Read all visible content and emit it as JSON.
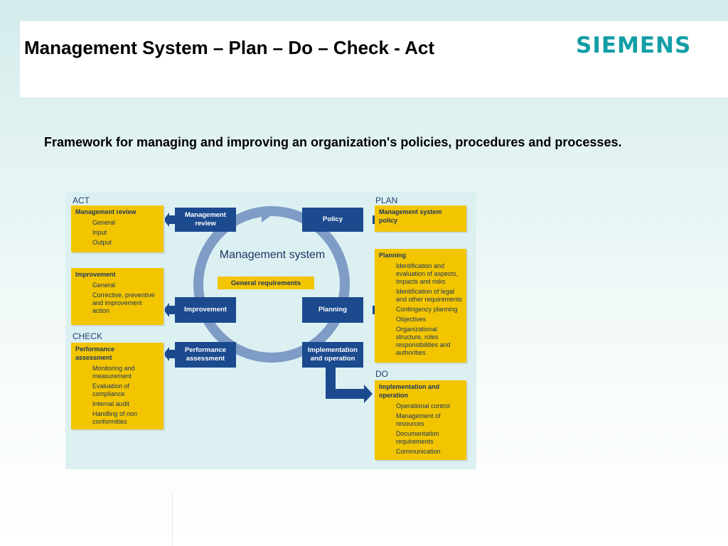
{
  "header": {
    "title": "Management System – Plan – Do – Check - Act",
    "logo": "SIEMENS"
  },
  "subtitle": "Framework for managing and improving  an organization's policies, procedures and processes.",
  "diagram": {
    "phases": {
      "act": "ACT",
      "plan": "PLAN",
      "check": "CHECK",
      "do": "DO"
    },
    "center": {
      "title": "Management system",
      "general_requirements": "General requirements"
    },
    "cycle_boxes": {
      "management_review": "Management review",
      "policy": "Policy",
      "improvement": "Improvement",
      "planning": "Planning",
      "performance_assessment": "Performance assessment",
      "implementation_operation": "Implementation and operation"
    },
    "detail_boxes": {
      "management_review": {
        "title": "Management review",
        "items": [
          "General",
          "Input",
          "Output"
        ]
      },
      "improvement": {
        "title": "Improvement",
        "items": [
          "General",
          "Corrective, preventive and improvement action"
        ]
      },
      "performance_assessment": {
        "title": "Performance assessment",
        "items": [
          "Monitoring and measurement",
          "Evaluation of compliance",
          "Internal audit",
          "Handling of non conformities"
        ]
      },
      "management_system_policy": {
        "title": "Management system policy",
        "items": []
      },
      "planning": {
        "title": "Planning",
        "items": [
          "Identification and evaluation of aspects, impacts and risks",
          "Identification of legal and other requirements",
          "Contingency planning",
          "Objectives",
          "Organizational structure, roles responsibilities and authorities"
        ]
      },
      "implementation_operation": {
        "title": "Implementation and operation",
        "items": [
          "Operational control",
          "Management of resources",
          "Documentation requirements",
          "Communication"
        ]
      }
    },
    "colors": {
      "yellow": "#f2c500",
      "dark_blue": "#1b4a8f",
      "ring": "#7e9cc6",
      "text_blue": "#1e3562",
      "logo": "#139ea6"
    }
  }
}
